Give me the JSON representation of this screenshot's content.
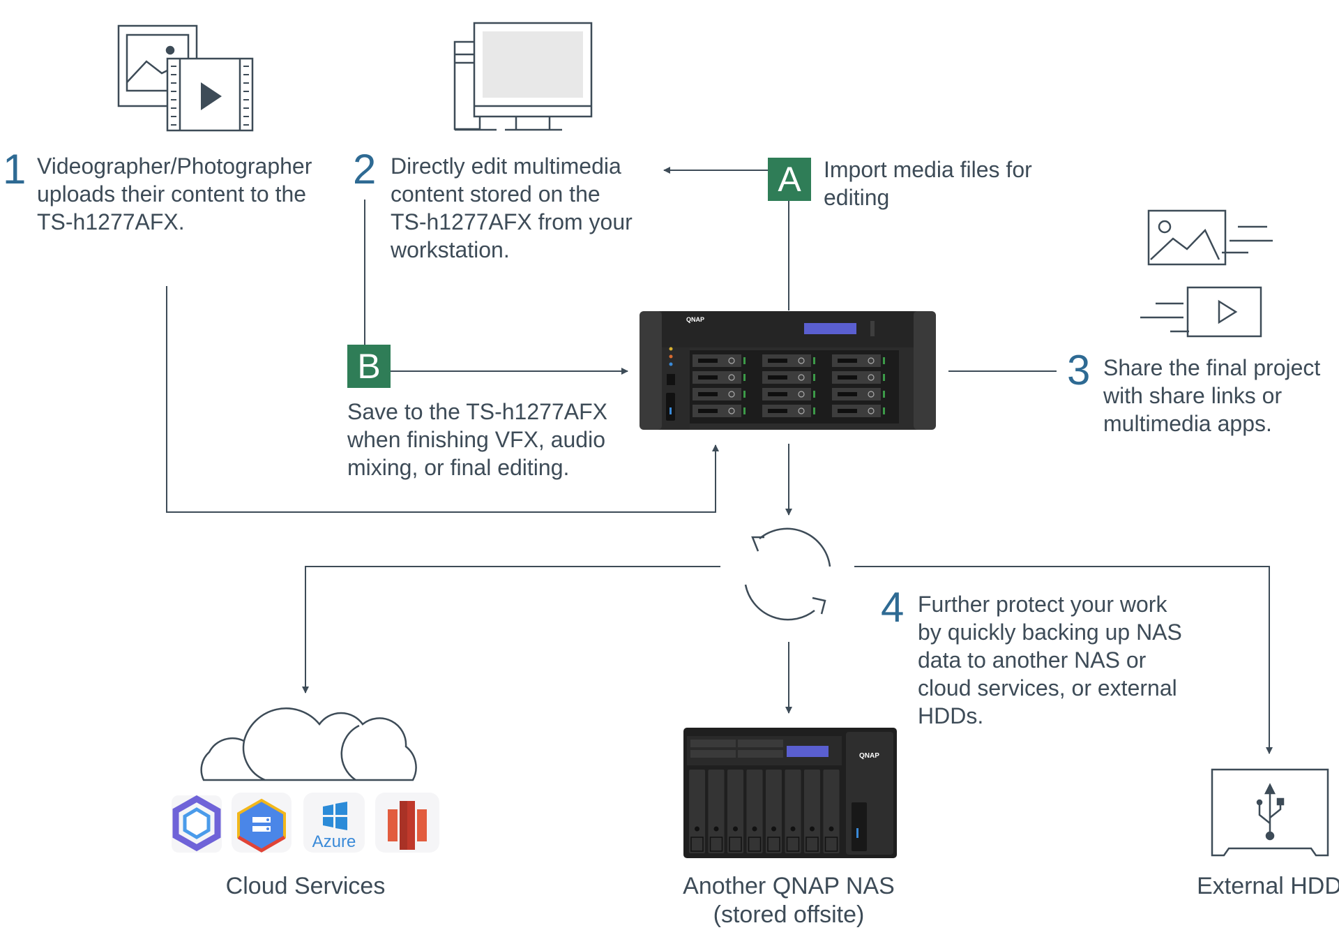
{
  "steps": [
    {
      "number": "1",
      "lines": [
        "Videographer/Photographer",
        "uploads their content to the",
        "TS-h1277AFX."
      ]
    },
    {
      "number": "2",
      "lines": [
        "Directly edit multimedia",
        "content stored on the",
        "TS-h1277AFX from your",
        "workstation."
      ]
    },
    {
      "number": "3",
      "lines": [
        "Share the final project",
        "with share links or",
        "multimedia apps."
      ]
    },
    {
      "number": "4",
      "lines": [
        "Further protect your work",
        "by quickly backing up NAS",
        "data to another NAS or",
        "cloud services, or external",
        "HDDs."
      ]
    }
  ],
  "badges": [
    {
      "letter": "A",
      "lines": [
        "Import media files for",
        "editing"
      ]
    },
    {
      "letter": "B",
      "lines": [
        "Save to the TS-h1277AFX",
        "when finishing VFX, audio",
        "mixing, or final editing."
      ]
    }
  ],
  "devices": {
    "main_nas_brand": "QNAP",
    "offsite_nas_brand": "QNAP"
  },
  "destinations": {
    "cloud": {
      "lines": [
        "Cloud Services"
      ],
      "logos": [
        "qnap-cloud-logo",
        "google-cloud-logo",
        "Azure",
        "aws-s3-logo"
      ]
    },
    "nas": {
      "lines": [
        "Another QNAP NAS",
        "(stored offsite)"
      ]
    },
    "hdd": {
      "lines": [
        "External HDD"
      ]
    }
  },
  "colors": {
    "badge_green": "#2f7d57",
    "number_blue": "#2e6a93",
    "text": "#3d4b57",
    "line": "#3d4b57",
    "nas_body": "#2a2a2a",
    "nas_lcd": "#5a5fd0"
  }
}
